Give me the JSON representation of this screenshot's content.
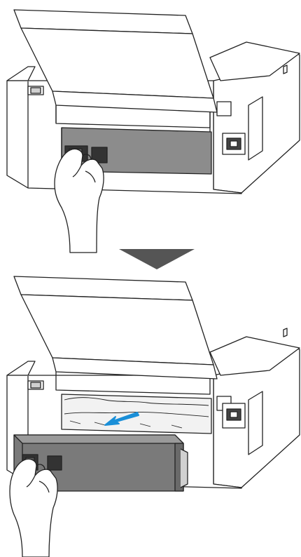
{
  "figure": {
    "steps": [
      {
        "action": "hold-rear-cover-handles"
      },
      {
        "action": "pull-out-rear-cover"
      }
    ],
    "arrow": {
      "direction": "down",
      "color": "#555555"
    },
    "removal_arrow": {
      "direction": "down-left",
      "color": "#1a8fd8"
    },
    "colors": {
      "outline": "#222222",
      "printer_body": "#ffffff",
      "panel_gray": "#8c8c8c",
      "cover_gray": "#7a7a7a"
    }
  }
}
